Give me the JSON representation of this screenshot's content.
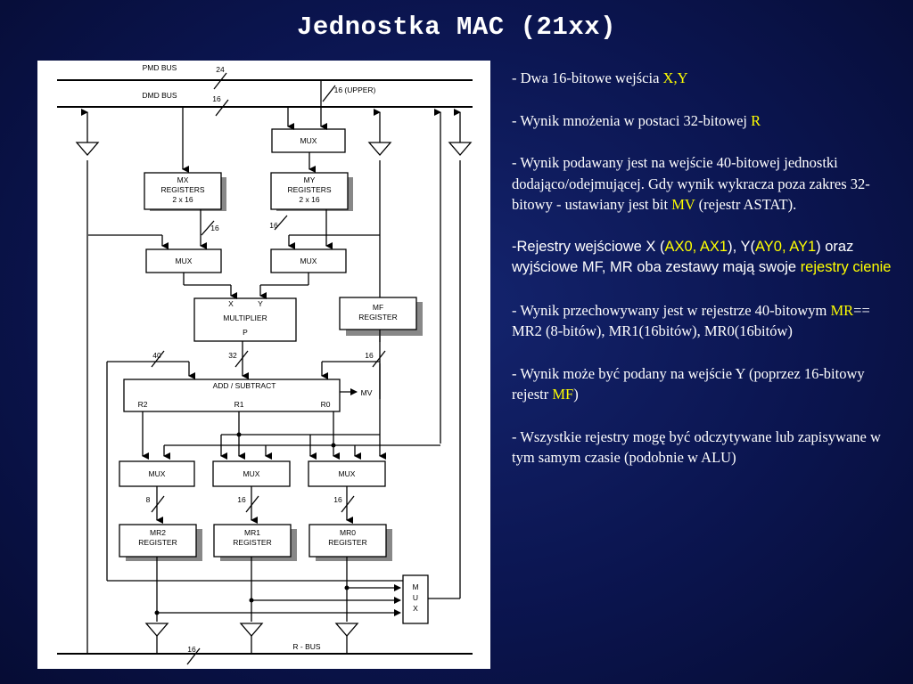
{
  "title": "Jednostka MAC (21xx)",
  "diagram": {
    "pmd_bus": "PMD BUS",
    "dmd_bus": "DMD BUS",
    "r_bus": "R - BUS",
    "pmd_width": "24",
    "dmd_width": "16",
    "upper_width": "16 (UPPER)",
    "mux_top": "MUX",
    "mx_registers": [
      "MX",
      "REGISTERS",
      "2 x 16"
    ],
    "my_registers": [
      "MY",
      "REGISTERS",
      "2 x 16"
    ],
    "mx_width": "16",
    "my_width": "16",
    "mux_x": "MUX",
    "mux_y": "MUX",
    "mult_x": "X",
    "mult_y": "Y",
    "multiplier": "MULTIPLIER",
    "mult_p": "P",
    "mf_register": [
      "MF",
      "REGISTER"
    ],
    "w40": "40",
    "w32": "32",
    "w16_mf": "16",
    "add_subtract": "ADD / SUBTRACT",
    "r2": "R2",
    "r1": "R1",
    "r0": "R0",
    "mv": "MV",
    "mux_mr2": "MUX",
    "mux_mr1": "MUX",
    "mux_mr0": "MUX",
    "w8": "8",
    "w16_mr1": "16",
    "w16_mr0": "16",
    "mr2_register": [
      "MR2",
      "REGISTER"
    ],
    "mr1_register": [
      "MR1",
      "REGISTER"
    ],
    "mr0_register": [
      "MR0",
      "REGISTER"
    ],
    "mux_vertical": [
      "M",
      "U",
      "X"
    ],
    "rbus_width": "16"
  },
  "bullets": {
    "b1_text": "- Dwa 16-bitowe wejścia ",
    "b1_hl": "X,Y",
    "b2_text": "- Wynik mnożenia w postaci 32-bitowej ",
    "b2_hl": "R",
    "b3_text": "- Wynik podawany jest na wejście 40-bitowej jednostki dodająco/odejmującej. Gdy wynik wykracza poza zakres 32-bitowy - ustawiany jest bit ",
    "b3_hl": "MV",
    "b3_tail": " (rejestr ASTAT).",
    "b4_a": "-Rejestry wejściowe X (",
    "b4_hl1": "AX0, AX1",
    "b4_b": "), Y(",
    "b4_hl2": "AY0, AY1",
    "b4_c": ") oraz wyjściowe MF, MR oba zestawy mają swoje ",
    "b4_hl3": "rejestry cienie",
    "b5_a": "- Wynik przechowywany jest w rejestrze 40-bitowym ",
    "b5_hl": "MR",
    "b5_b": "== MR2 (8-bitów), MR1(16bitów), MR0(16bitów)",
    "b6_a": " - Wynik może być podany na wejście Y (poprzez 16-bitowy rejestr ",
    "b6_hl": "MF",
    "b6_b": ")",
    "b7": "- Wszystkie rejestry mogę być odczytywane lub zapisywane w tym samym czasie (podobnie w ALU)"
  },
  "colors": {
    "highlight": "#ffff00",
    "background": "#0b1550"
  }
}
